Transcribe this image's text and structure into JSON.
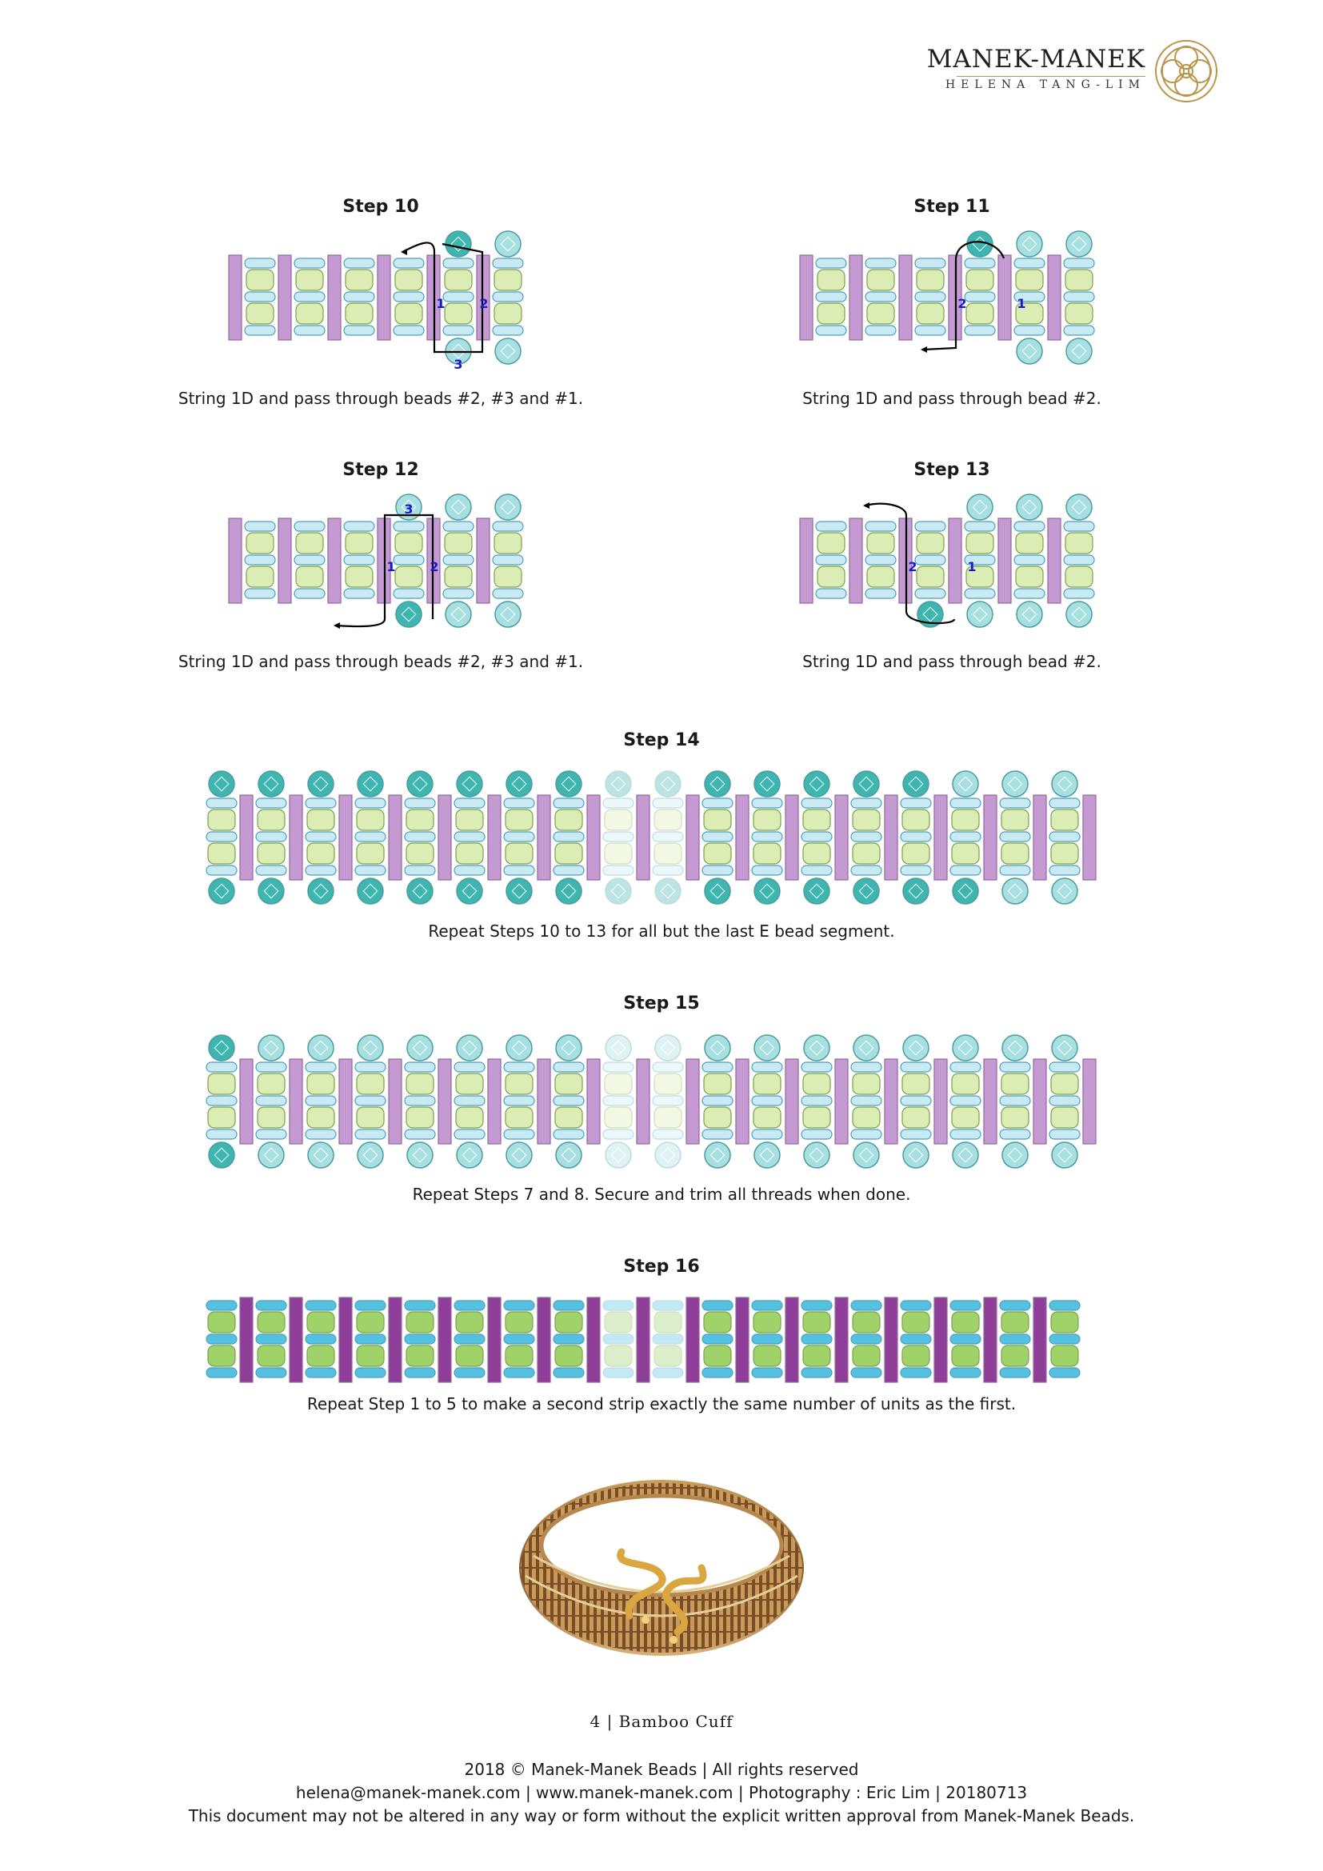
{
  "header": {
    "brand": "MANEK-MANEK",
    "designer": "HELENA TANG-LIM",
    "logo_icon": "knot-logo-icon",
    "accent_color": "#b89548"
  },
  "colors": {
    "purple": "#c59ad2",
    "green": "#dbecb4",
    "blue": "#c9eaf2",
    "teal": "#3fb5b0",
    "teal_light": "#a8dfe0",
    "thread": "#000000",
    "label": "#1a1acc"
  },
  "steps": [
    {
      "title": "Step 10",
      "caption": "String 1D and pass through beads #2, #3 and #1.",
      "labels": [
        "1",
        "2",
        "3"
      ]
    },
    {
      "title": "Step 11",
      "caption": "String 1D and pass through bead #2.",
      "labels": [
        "2",
        "1"
      ]
    },
    {
      "title": "Step 12",
      "caption": "String 1D and pass through beads #2, #3 and #1.",
      "labels": [
        "3",
        "1",
        "2"
      ]
    },
    {
      "title": "Step 13",
      "caption": "String 1D and pass through bead #2.",
      "labels": [
        "2",
        "1"
      ]
    },
    {
      "title": "Step 14",
      "caption": "Repeat Steps 10 to 13 for all but the last E bead segment."
    },
    {
      "title": "Step 15",
      "caption": "Repeat Steps 7 and 8. Secure and trim all threads when done."
    },
    {
      "title": "Step 16",
      "caption": "Repeat Step 1 to 5 to make a second strip exactly the same number of units as the first."
    }
  ],
  "photo": {
    "icon": "bracelet-photo-icon"
  },
  "footer": {
    "folio": "4 | Bamboo Cuff",
    "copyright": "2018 © Manek-Manek Beads | All rights reserved",
    "contact": "helena@manek-manek.com | www.manek-manek.com | Photography : Eric Lim | 20180713",
    "notice": "This document may not be altered in any way or form without the explicit written approval from Manek-Manek Beads."
  }
}
